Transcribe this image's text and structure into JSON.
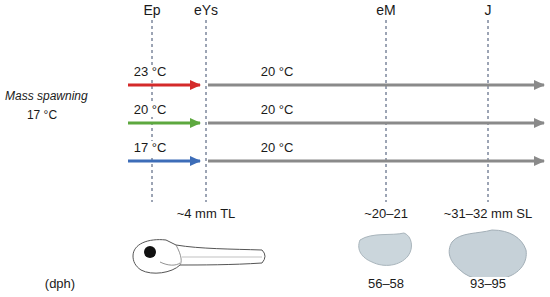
{
  "diagram": {
    "labels": [
      "Ep",
      "eYs",
      "eM",
      "J",
      "23 °C",
      "20 °C",
      "Mass spawning",
      "17 °C",
      "20 °C",
      "20 °C",
      "17 °C",
      "20 °C",
      "~4 mm TL",
      "~20–21",
      "~31–32 mm SL",
      "(dph)",
      "56–58",
      "93–95"
    ]
  }
}
